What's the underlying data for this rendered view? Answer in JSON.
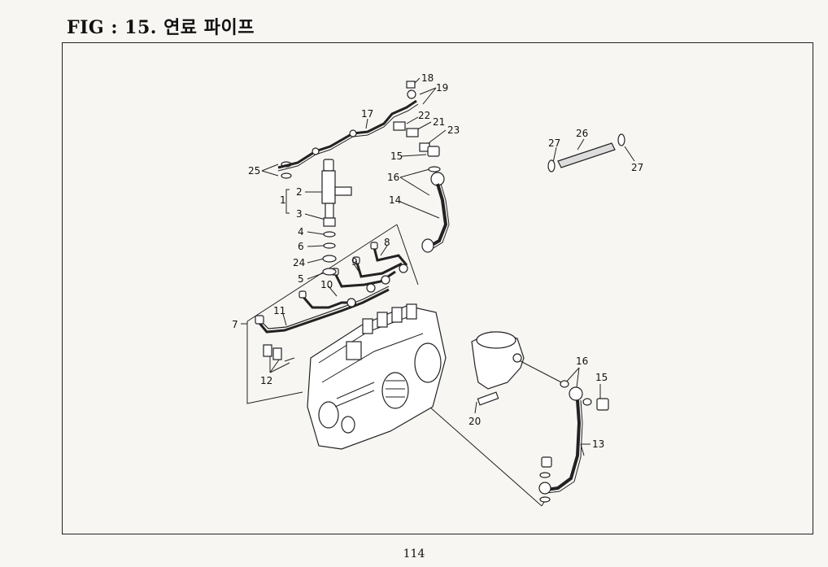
{
  "page": {
    "title": "FIG : 15. 연료 파이프",
    "page_number": "114"
  },
  "callouts": [
    {
      "id": "c1",
      "text": "1"
    },
    {
      "id": "c2",
      "text": "2"
    },
    {
      "id": "c3",
      "text": "3"
    },
    {
      "id": "c4",
      "text": "4"
    },
    {
      "id": "c5",
      "text": "5"
    },
    {
      "id": "c6",
      "text": "6"
    },
    {
      "id": "c7",
      "text": "7"
    },
    {
      "id": "c8",
      "text": "8"
    },
    {
      "id": "c9",
      "text": "9"
    },
    {
      "id": "c10",
      "text": "10"
    },
    {
      "id": "c11",
      "text": "11"
    },
    {
      "id": "c12",
      "text": "12"
    },
    {
      "id": "c13",
      "text": "13"
    },
    {
      "id": "c14",
      "text": "14"
    },
    {
      "id": "c15a",
      "text": "15"
    },
    {
      "id": "c15b",
      "text": "15"
    },
    {
      "id": "c16a",
      "text": "16"
    },
    {
      "id": "c16b",
      "text": "16"
    },
    {
      "id": "c17",
      "text": "17"
    },
    {
      "id": "c18",
      "text": "18"
    },
    {
      "id": "c19",
      "text": "19"
    },
    {
      "id": "c20",
      "text": "20"
    },
    {
      "id": "c21",
      "text": "21"
    },
    {
      "id": "c22",
      "text": "22"
    },
    {
      "id": "c23",
      "text": "23"
    },
    {
      "id": "c24",
      "text": "24"
    },
    {
      "id": "c25",
      "text": "25"
    },
    {
      "id": "c26",
      "text": "26"
    },
    {
      "id": "c27a",
      "text": "27"
    },
    {
      "id": "c27b",
      "text": "27"
    }
  ]
}
